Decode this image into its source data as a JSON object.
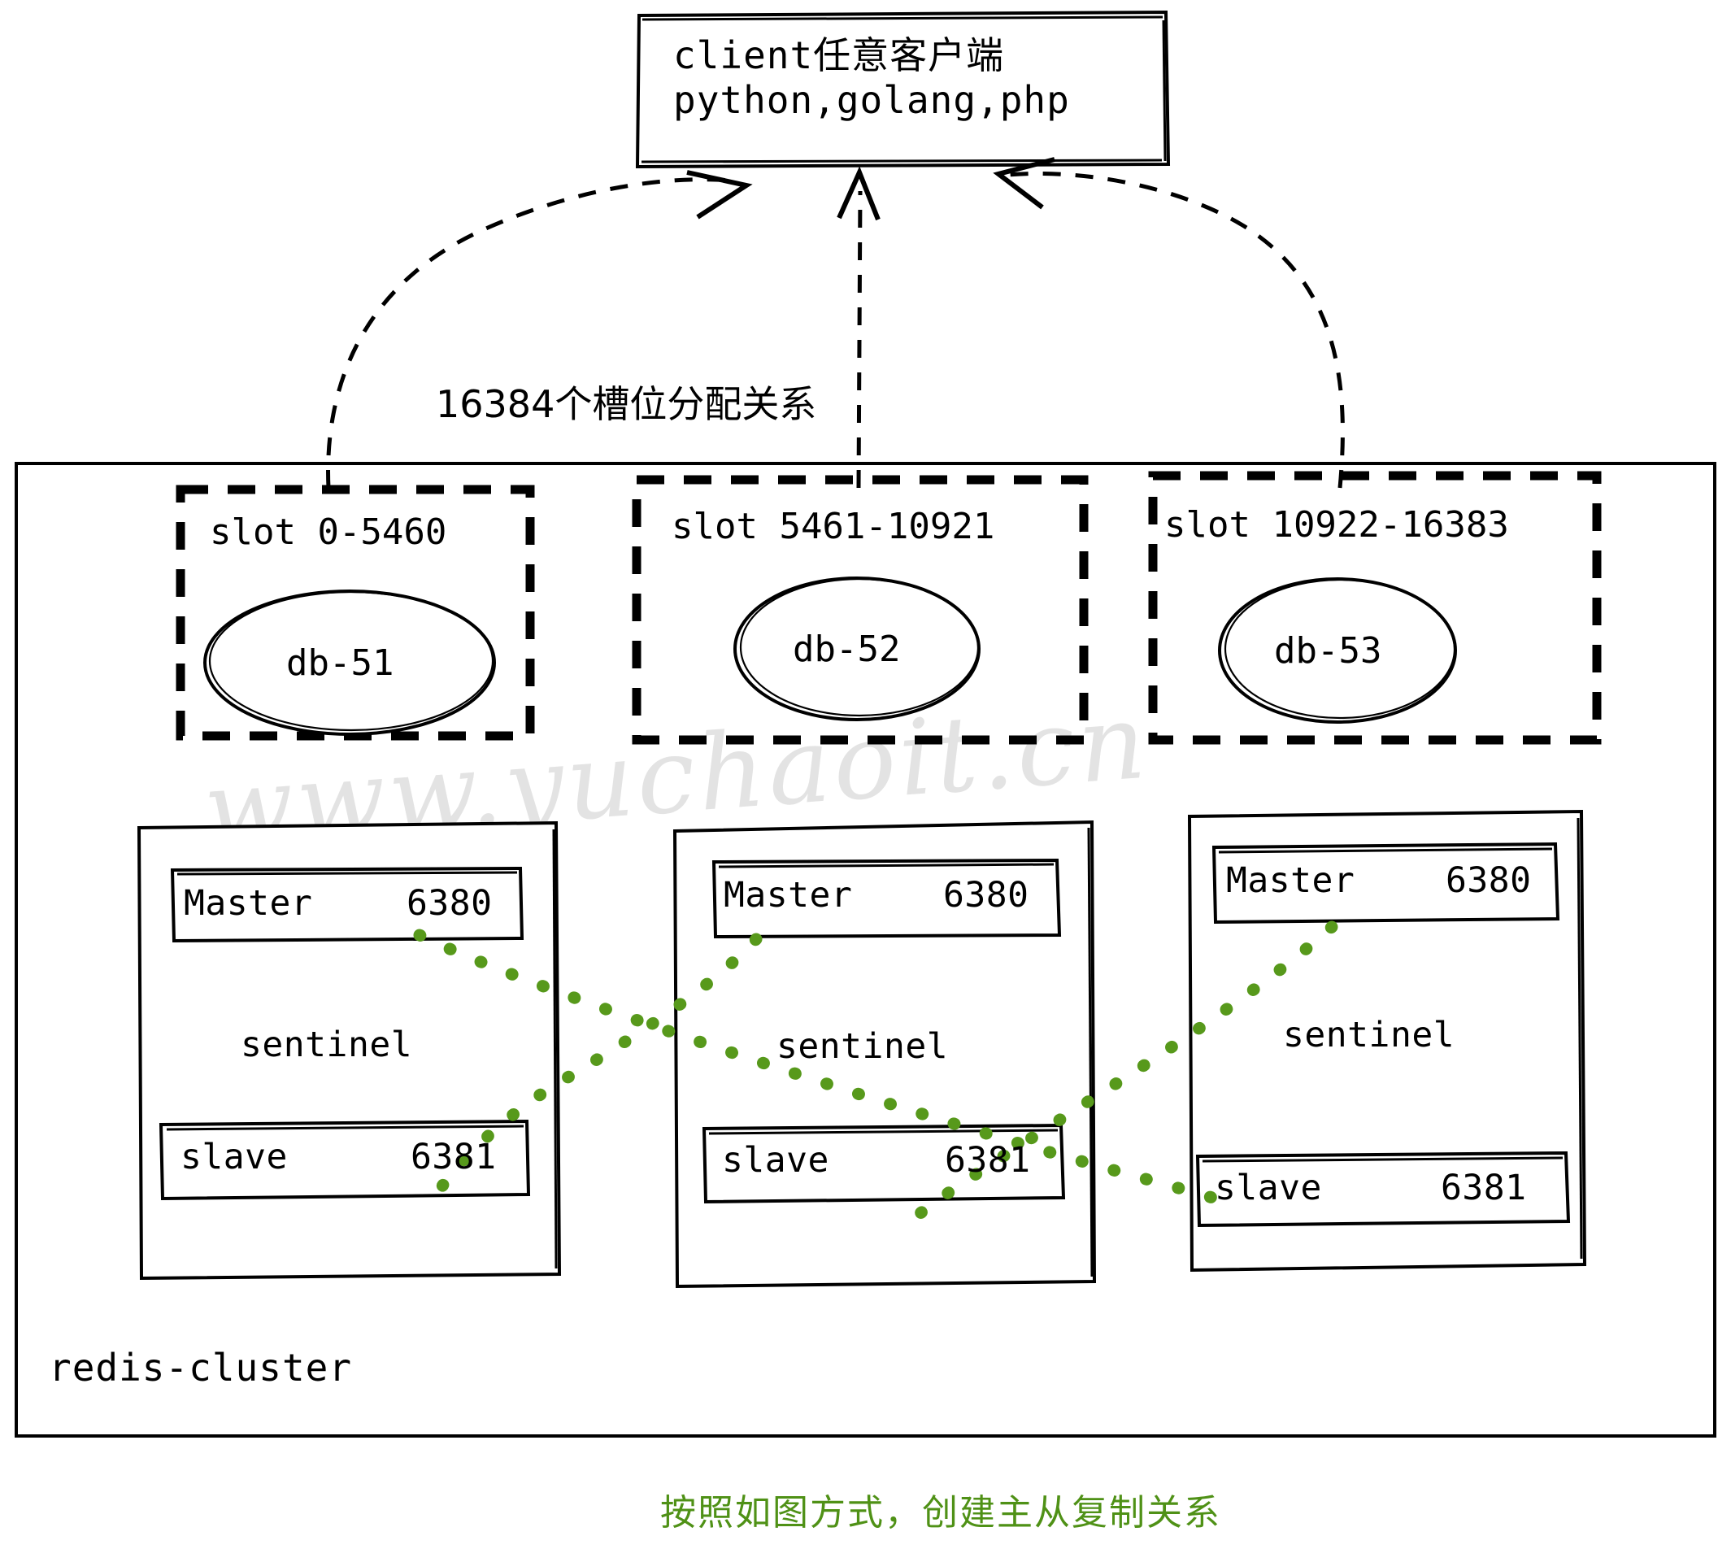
{
  "client": {
    "line1": "client任意客户端",
    "line2": "python,golang,php"
  },
  "slots_note": "16384个槽位分配关系",
  "cluster": {
    "label": "redis-cluster",
    "shards": [
      {
        "slot_label": "slot 0-5460",
        "db": "db-51"
      },
      {
        "slot_label": "slot 5461-10921",
        "db": "db-52"
      },
      {
        "slot_label": "slot 10922-16383",
        "db": "db-53"
      }
    ],
    "nodes": [
      {
        "master_role": "Master",
        "master_port": "6380",
        "sentinel": "sentinel",
        "slave_role": "slave",
        "slave_port": "6381"
      },
      {
        "master_role": "Master",
        "master_port": "6380",
        "sentinel": "sentinel",
        "slave_role": "slave",
        "slave_port": "6381"
      },
      {
        "master_role": "Master",
        "master_port": "6380",
        "sentinel": "sentinel",
        "slave_role": "slave",
        "slave_port": "6381"
      }
    ]
  },
  "caption": "按照如图方式，创建主从复制关系",
  "watermark": "www.yuchaoit.cn",
  "colors": {
    "ink": "#000000",
    "replication_green": "#57991b",
    "caption_green": "#4f9116",
    "watermark_gray": "#e3e3e3"
  }
}
